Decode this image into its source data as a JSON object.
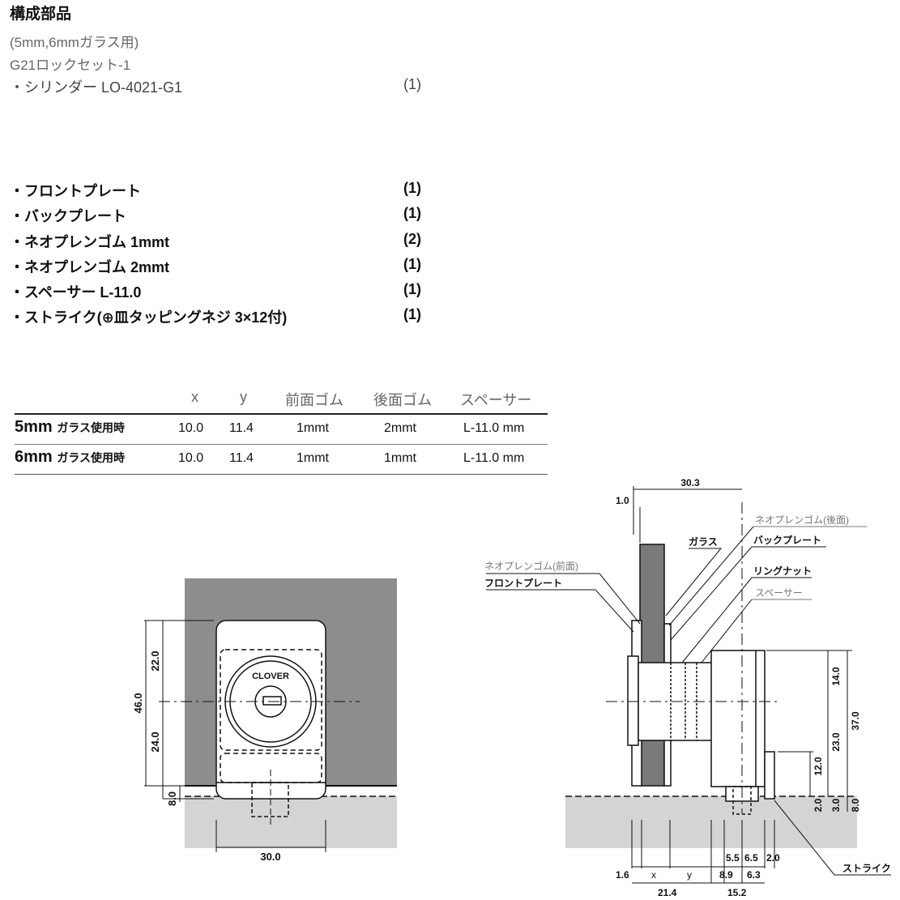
{
  "title": "構成部品",
  "subtitle": "(5mm,6mmガラス用)",
  "set_name": "G21ロックセット-1",
  "cylinder": {
    "name": "・シリンダー LO-4021-G1",
    "qty": "(1)"
  },
  "parts": [
    {
      "name": "・フロントプレート",
      "qty": "(1)"
    },
    {
      "name": "・バックプレート",
      "qty": "(1)"
    },
    {
      "name": "・ネオプレンゴム 1mmt",
      "qty": "(2)"
    },
    {
      "name": "・ネオプレンゴム 2mmt",
      "qty": "(1)"
    },
    {
      "name": "・スペーサー L-11.0",
      "qty": "(1)"
    },
    {
      "name": "・ストライク(⊕皿タッピングネジ 3×12付)",
      "qty": "(1)"
    }
  ],
  "spec_table": {
    "headers": [
      "x",
      "y",
      "前面ゴム",
      "後面ゴム",
      "スペーサー"
    ],
    "rows": [
      {
        "glass": "5mm",
        "suffix": "ガラス使用時",
        "x": "10.0",
        "y": "11.4",
        "front": "1mmt",
        "back": "2mmt",
        "spacer": "L-11.0 mm"
      },
      {
        "glass": "6mm",
        "suffix": "ガラス使用時",
        "x": "10.0",
        "y": "11.4",
        "front": "1mmt",
        "back": "1mmt",
        "spacer": "L-11.0 mm"
      }
    ]
  },
  "front_view": {
    "brand": "CLOVER",
    "dims": {
      "height": "46.0",
      "upper": "22.0",
      "lower": "24.0",
      "bottom": "8.0",
      "width": "30.0"
    }
  },
  "side_view": {
    "dims": {
      "top_width": "30.3",
      "glass_gap": "1.0",
      "h_14": "14.0",
      "h_37": "37.0",
      "h_23": "23.0",
      "h_12": "12.0",
      "h_2": "2.0",
      "h_3": "3.0",
      "h_8": "8.0",
      "b_55": "5.5",
      "b_65": "6.5",
      "b_20": "2.0",
      "b_16": "1.6",
      "b_x": "x",
      "b_y": "y",
      "b_89": "8.9",
      "b_63": "6.3",
      "b_214": "21.4",
      "b_152": "15.2"
    },
    "labels": {
      "neo_back": "ネオプレンゴム(後面)",
      "glass": "ガラス",
      "back_plate": "バックプレート",
      "neo_front": "ネオプレンゴム(前面)",
      "front_plate": "フロントプレート",
      "ring_nut": "リングナット",
      "spacer": "スペーサー",
      "strike": "ストライク"
    }
  },
  "colors": {
    "frame": "#8d8d8d",
    "floor": "#d4d4d4",
    "glass": "#7a7a7a",
    "line": "#111111",
    "muted": "#777777"
  }
}
